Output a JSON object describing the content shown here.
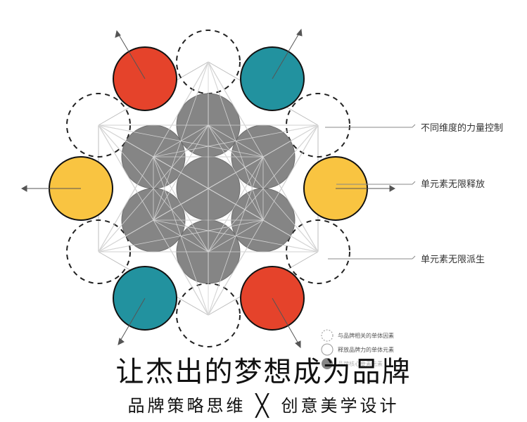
{
  "annotations": {
    "control": "不同维度的力量控制",
    "release": "单元素无限释放",
    "derive": "单元素无限派生"
  },
  "legend": {
    "related": "与品牌相关的单体因素",
    "release_power": "释放品牌力的单体元素",
    "core": "品牌核心要素元素"
  },
  "title": "让杰出的梦想成为品牌",
  "subtitle": {
    "left": "品牌策略思维",
    "separator": "╳",
    "right": "创意美学设计"
  },
  "colors": {
    "red": "#e5432b",
    "teal": "#22929f",
    "yellow": "#f9c441",
    "gray": "#858585"
  }
}
